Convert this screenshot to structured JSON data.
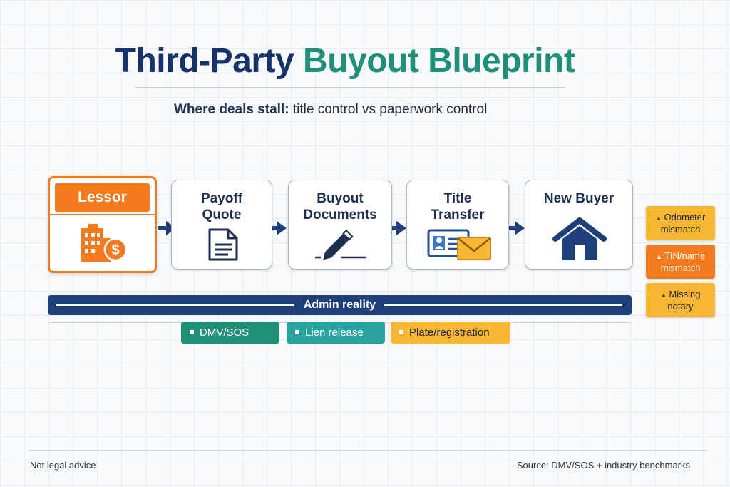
{
  "title": {
    "part1": "Third-Party",
    "part2": "Buyout Blueprint"
  },
  "subtitle": {
    "lead": "Where deals stall:",
    "rest": "title control vs paperwork control"
  },
  "flow": {
    "lessor": {
      "label": "Lessor",
      "icon": "building-dollar-icon"
    },
    "steps": [
      {
        "line1": "Payoff",
        "line2": "Quote",
        "icon": "document-icon"
      },
      {
        "line1": "Buyout",
        "line2": "Documents",
        "icon": "pen-sign-icon"
      },
      {
        "line1": "Title",
        "line2": "Transfer",
        "icon": "id-card-envelope-icon"
      },
      {
        "line1": "New Buyer",
        "line2": "",
        "icon": "house-icon"
      }
    ]
  },
  "admin": {
    "label": "Admin reality",
    "chips": [
      {
        "label": "DMV/SOS",
        "color": "#1f8f79"
      },
      {
        "label": "Lien release",
        "color": "#2aa3a0"
      },
      {
        "label": "Plate/registration",
        "color": "#f7b733"
      }
    ]
  },
  "warnings": [
    {
      "line1": "Odometer",
      "line2": "mismatch",
      "color": "#f7b733"
    },
    {
      "line1": "TIN/name",
      "line2": "mismatch",
      "color": "#f47a1e"
    },
    {
      "line1": "Missing",
      "line2": "notary",
      "color": "#f7b733"
    }
  ],
  "footer": {
    "left": "Not legal advice",
    "right": "Source: DMV/SOS + industry benchmarks"
  },
  "colors": {
    "navy": "#16326a",
    "teal": "#1f8f79",
    "orange": "#f47a1e",
    "amber": "#f7b733"
  }
}
